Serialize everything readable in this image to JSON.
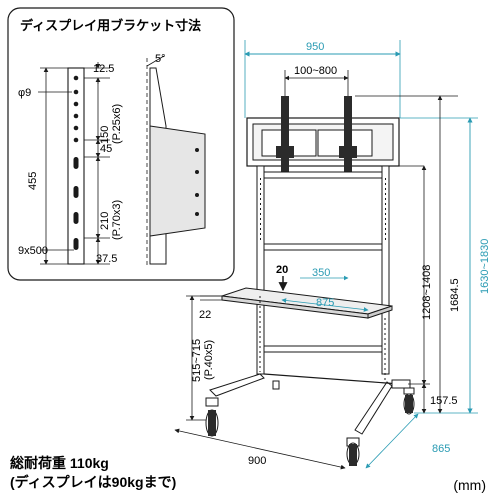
{
  "inset": {
    "title": "ディスプレイ用ブラケット寸法",
    "phi": "φ9",
    "top_offset": "12.5",
    "pitch_upper": "150",
    "pitch_upper_note": "(P.25x6)",
    "mid_len": "45",
    "overall": "455",
    "pitch_lower": "210",
    "pitch_lower_note": "(P.70x3)",
    "slot": "9x500",
    "bottom_offset": "37.5",
    "tilt": "5°"
  },
  "main": {
    "width_total": "950",
    "vesa_range": "100~800",
    "shelf_depth": "350",
    "shelf_width": "875",
    "shelf_thickness": "22",
    "shelf_load_icon": "20",
    "shelf_height": "515~715",
    "shelf_height_note": "(P.40x5)",
    "bracket_height": "1208~1408",
    "overall_height_fixed": "1684.5",
    "overall_height_range": "1630~1830",
    "base_height": "157.5",
    "base_width": "900",
    "base_depth": "865"
  },
  "footer": {
    "load_line1": "総耐荷重 110kg",
    "load_line2": "(ディスプレイは90kgまで)",
    "unit": "(mm)"
  },
  "colors": {
    "dimension_accent": "#2a9bb3",
    "outline": "#1a1a1a",
    "fill_gray": "#e6e6e6"
  }
}
